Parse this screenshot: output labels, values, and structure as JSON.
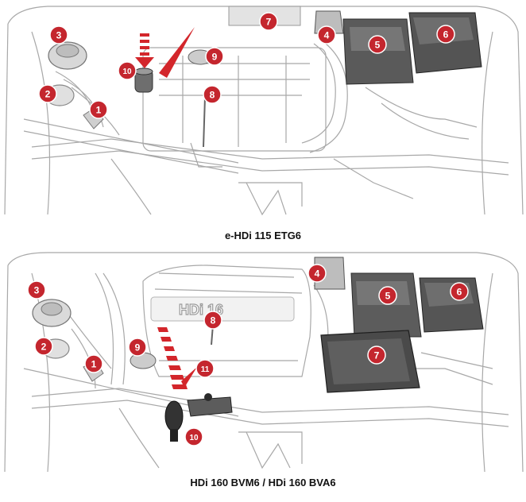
{
  "diagrams": [
    {
      "caption": "e-HDi 115 ETG6",
      "callouts": [
        "1",
        "2",
        "3",
        "4",
        "5",
        "6",
        "7",
        "8",
        "9",
        "10"
      ]
    },
    {
      "caption": "HDi 160 BVM6 / HDi 160 BVA6",
      "engine_cover_text": "HDi 16",
      "callouts": [
        "1",
        "2",
        "3",
        "4",
        "5",
        "6",
        "7",
        "8",
        "9",
        "10",
        "11"
      ]
    }
  ],
  "colors": {
    "callout_fill": "#c4262e",
    "line": "#9e9e9e",
    "component_dark": "#4a4a4a",
    "arrow_red": "#d3262b"
  }
}
